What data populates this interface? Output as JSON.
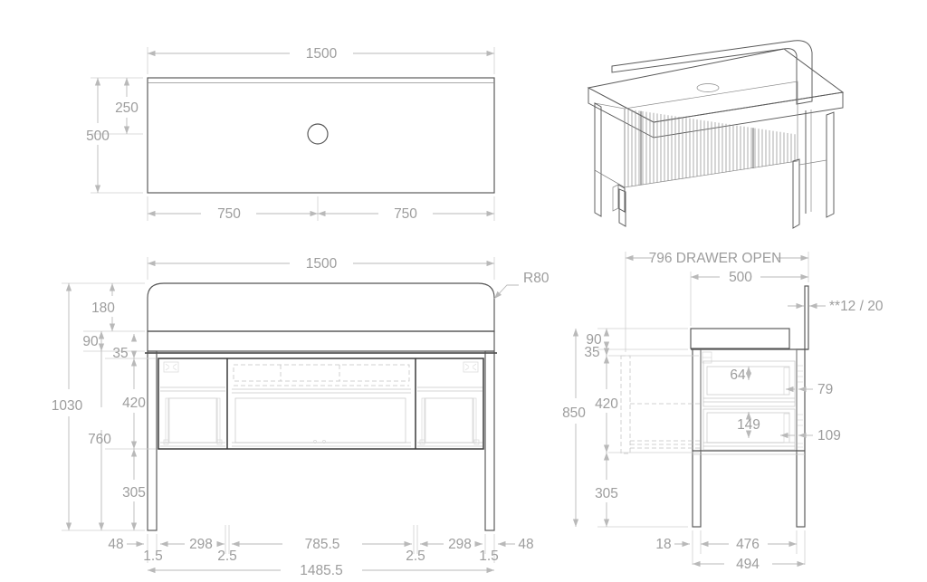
{
  "drawing": {
    "title": "Bench / Console Technical Drawing",
    "background_color": "#ffffff",
    "line_color": "#555555",
    "dimension_color": "#9d9d9d"
  },
  "views": {
    "top": {
      "name": "top-view",
      "dimensions": {
        "overall_width": "1500",
        "depth_front": "250",
        "depth_total": "500",
        "half_left": "750",
        "half_right": "750"
      },
      "features": {
        "cable_hole": "cable-grommet-hole"
      }
    },
    "isometric": {
      "name": "isometric-view",
      "features": {
        "fluted_drawer_fronts": 3,
        "cable_hole": "cable-grommet-hole",
        "backsplash": "rounded-backsplash",
        "legs": 4
      }
    },
    "front": {
      "name": "front-elevation",
      "dimensions": {
        "overall_width": "1500",
        "corner_radius": "R80",
        "backrest_height": "180",
        "top_thickness": "90",
        "gap": "35",
        "drawer_zone": "420",
        "total_height": "1030",
        "top_of_cabinet": "760",
        "leg_clearance": "305",
        "leg_offset_left": "48",
        "leg_offset_right": "48",
        "panel_gap_left": "1.5",
        "side_drawer_left": "298",
        "reveal_left": "2.5",
        "center_drawer": "785.5",
        "reveal_right": "2.5",
        "side_drawer_right": "298",
        "panel_gap_right": "1.5",
        "carcass_width": "1485.5"
      }
    },
    "side": {
      "name": "side-elevation",
      "dimensions": {
        "drawer_open": "796 DRAWER OPEN",
        "depth": "500",
        "panel_thickness": "**12 / 20",
        "top_thickness": "90",
        "gap": "35",
        "drawer_zone": "420",
        "total_height": "850",
        "leg_clearance": "305",
        "upper_drawer_inner": "64",
        "upper_drawer_offset": "79",
        "lower_drawer_inner": "149",
        "lower_drawer_offset": "109",
        "rear_setback": "18",
        "leg_span": "476",
        "overall_depth": "494"
      }
    }
  },
  "labels": {
    "d1500_top": "1500",
    "d250": "250",
    "d500_top": "500",
    "d750_left": "750",
    "d750_right": "750",
    "d1500_front": "1500",
    "r80": "R80",
    "d180": "180",
    "d90_front": "90",
    "d35_front": "35",
    "d420_front": "420",
    "d1030": "1030",
    "d760": "760",
    "d305_front": "305",
    "d48_left": "48",
    "d15_left": "1.5",
    "d298_left": "298",
    "d25_left": "2.5",
    "d7855": "785.5",
    "d25_right": "2.5",
    "d298_right": "298",
    "d15_right": "1.5",
    "d48_right": "48",
    "d14855": "1485.5",
    "d796": "796 DRAWER OPEN",
    "d500_side": "500",
    "d1220": "**12 / 20",
    "d90_side": "90",
    "d35_side": "35",
    "d420_side": "420",
    "d850": "850",
    "d305_side": "305",
    "d64": "64",
    "d79": "79",
    "d149": "149",
    "d109": "109",
    "d18": "18",
    "d476": "476",
    "d494": "494"
  }
}
